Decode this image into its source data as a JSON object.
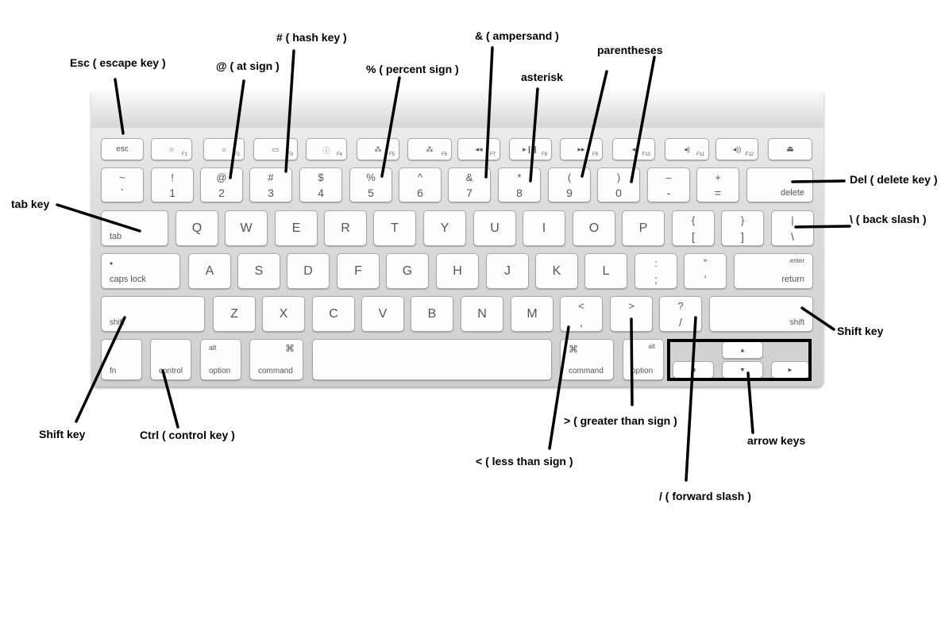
{
  "keyboard": {
    "function_row": [
      {
        "name": "esc-key",
        "center": "esc",
        "fn": ""
      },
      {
        "name": "f1-key",
        "icon": "☼",
        "fn": "F1"
      },
      {
        "name": "f2-key",
        "icon": "☼",
        "fn": "F2"
      },
      {
        "name": "f3-key",
        "icon": "▭",
        "fn": "F3"
      },
      {
        "name": "f4-key",
        "icon": "ⓘ",
        "fn": "F4"
      },
      {
        "name": "f5-key",
        "icon": "⁂",
        "fn": "F5"
      },
      {
        "name": "f6-key",
        "icon": "⁂",
        "fn": "F6"
      },
      {
        "name": "f7-key",
        "icon": "◂◂",
        "fn": "F7"
      },
      {
        "name": "f8-key",
        "icon": "▸❙❙",
        "fn": "F8"
      },
      {
        "name": "f9-key",
        "icon": "▸▸",
        "fn": "F9"
      },
      {
        "name": "f10-key",
        "icon": "◂",
        "fn": "F10"
      },
      {
        "name": "f11-key",
        "icon": "◂)",
        "fn": "F11"
      },
      {
        "name": "f12-key",
        "icon": "◂))",
        "fn": "F12"
      },
      {
        "name": "eject-key",
        "center": "⏏",
        "fn": ""
      }
    ],
    "number_row": [
      {
        "top": "~",
        "bottom": "`"
      },
      {
        "top": "!",
        "bottom": "1"
      },
      {
        "top": "@",
        "bottom": "2"
      },
      {
        "top": "#",
        "bottom": "3"
      },
      {
        "top": "$",
        "bottom": "4"
      },
      {
        "top": "%",
        "bottom": "5"
      },
      {
        "top": "^",
        "bottom": "6"
      },
      {
        "top": "&",
        "bottom": "7"
      },
      {
        "top": "*",
        "bottom": "8"
      },
      {
        "top": "(",
        "bottom": "9"
      },
      {
        "top": ")",
        "bottom": "0"
      },
      {
        "top": "–",
        "bottom": "-"
      },
      {
        "top": "+",
        "bottom": "="
      }
    ],
    "delete_label": "delete",
    "tab_label": "tab",
    "qwerty_row": [
      "Q",
      "W",
      "E",
      "R",
      "T",
      "Y",
      "U",
      "I",
      "O",
      "P"
    ],
    "brackets": [
      {
        "top": "{",
        "bottom": "["
      },
      {
        "top": "}",
        "bottom": "]"
      },
      {
        "top": "|",
        "bottom": "\\"
      }
    ],
    "caps_label": "caps lock",
    "caps_dot": "•",
    "home_row": [
      "A",
      "S",
      "D",
      "F",
      "G",
      "H",
      "J",
      "K",
      "L"
    ],
    "home_punct": [
      {
        "top": ":",
        "bottom": ";"
      },
      {
        "top": "”",
        "bottom": "’"
      }
    ],
    "return_top": "enter",
    "return_label": "return",
    "shift_label": "shift",
    "bottom_letters": [
      "Z",
      "X",
      "C",
      "V",
      "B",
      "N",
      "M"
    ],
    "bottom_punct": [
      {
        "top": "<",
        "bottom": ","
      },
      {
        "top": ">",
        "bottom": "."
      },
      {
        "top": "?",
        "bottom": "/"
      }
    ],
    "fn_label": "fn",
    "control_label": "control",
    "alt_label": "alt",
    "option_label": "option",
    "command_symbol": "⌘",
    "command_label": "command",
    "arrow_up": "▲",
    "arrow_down": "▼",
    "arrow_left": "◄",
    "arrow_right": "►"
  },
  "labels": {
    "esc": "Esc ( escape key )",
    "at": "@ ( at sign )",
    "hash": "# ( hash key )",
    "percent": "% ( percent sign )",
    "ampersand": "& ( ampersand )",
    "asterisk": "asterisk",
    "parentheses": "parentheses",
    "delete": "Del ( delete key )",
    "tab": "tab key",
    "backslash": "\\ ( back slash )",
    "shift_right": "Shift key",
    "shift_left": "Shift key",
    "ctrl": "Ctrl ( control key )",
    "less_than": "< ( less than sign )",
    "greater_than": "> ( greater than sign )",
    "forward_slash": "/ ( forward slash )",
    "arrow_keys": "arrow keys"
  }
}
